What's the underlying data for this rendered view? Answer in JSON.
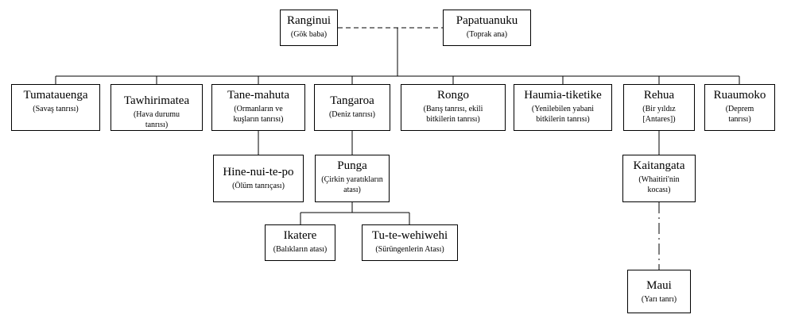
{
  "nodes": {
    "ranginui": {
      "name": "Ranginui",
      "desc": "(Gök baba)"
    },
    "papatuanuku": {
      "name": "Papatuanuku",
      "desc": "(Toprak ana)"
    },
    "tumatauenga": {
      "name": "Tumatauenga",
      "desc": "(Savaş tanrısı)"
    },
    "tawhirimatea": {
      "name": "Tawhirimatea",
      "desc": "(Hava durumu tanrısı)"
    },
    "tane_mahuta": {
      "name": "Tane-mahuta",
      "desc": "(Ormanların ve kuşların tanrısı)"
    },
    "tangaroa": {
      "name": "Tangaroa",
      "desc": "(Deniz tanrısı)"
    },
    "rongo": {
      "name": "Rongo",
      "desc": "(Barış tanrısı, ekili bitkilerin tanrısı)"
    },
    "haumia": {
      "name": "Haumia-tiketike",
      "desc": "(Yenilebilen yabani bitkilerin tanrısı)"
    },
    "rehua": {
      "name": "Rehua",
      "desc": "(Bir yıldız [Antares])"
    },
    "ruaumoko": {
      "name": "Ruaumoko",
      "desc": "(Deprem tanrısı)"
    },
    "hine_nui_te_po": {
      "name": "Hine-nui-te-po",
      "desc": "(Ölüm tanrıçası)"
    },
    "punga": {
      "name": "Punga",
      "desc": "(Çirkin yaratıkların atası)"
    },
    "ikatere": {
      "name": "Ikatere",
      "desc": "(Balıkların atası)"
    },
    "tu_te_wehiwehi": {
      "name": "Tu-te-wehiwehi",
      "desc": "(Sürüngenlerin Atası)"
    },
    "kaitangata": {
      "name": "Kaitangata",
      "desc": "(Whaitiri'nin kocası)"
    },
    "maui": {
      "name": "Maui",
      "desc": "(Yarı tanrı)"
    }
  }
}
